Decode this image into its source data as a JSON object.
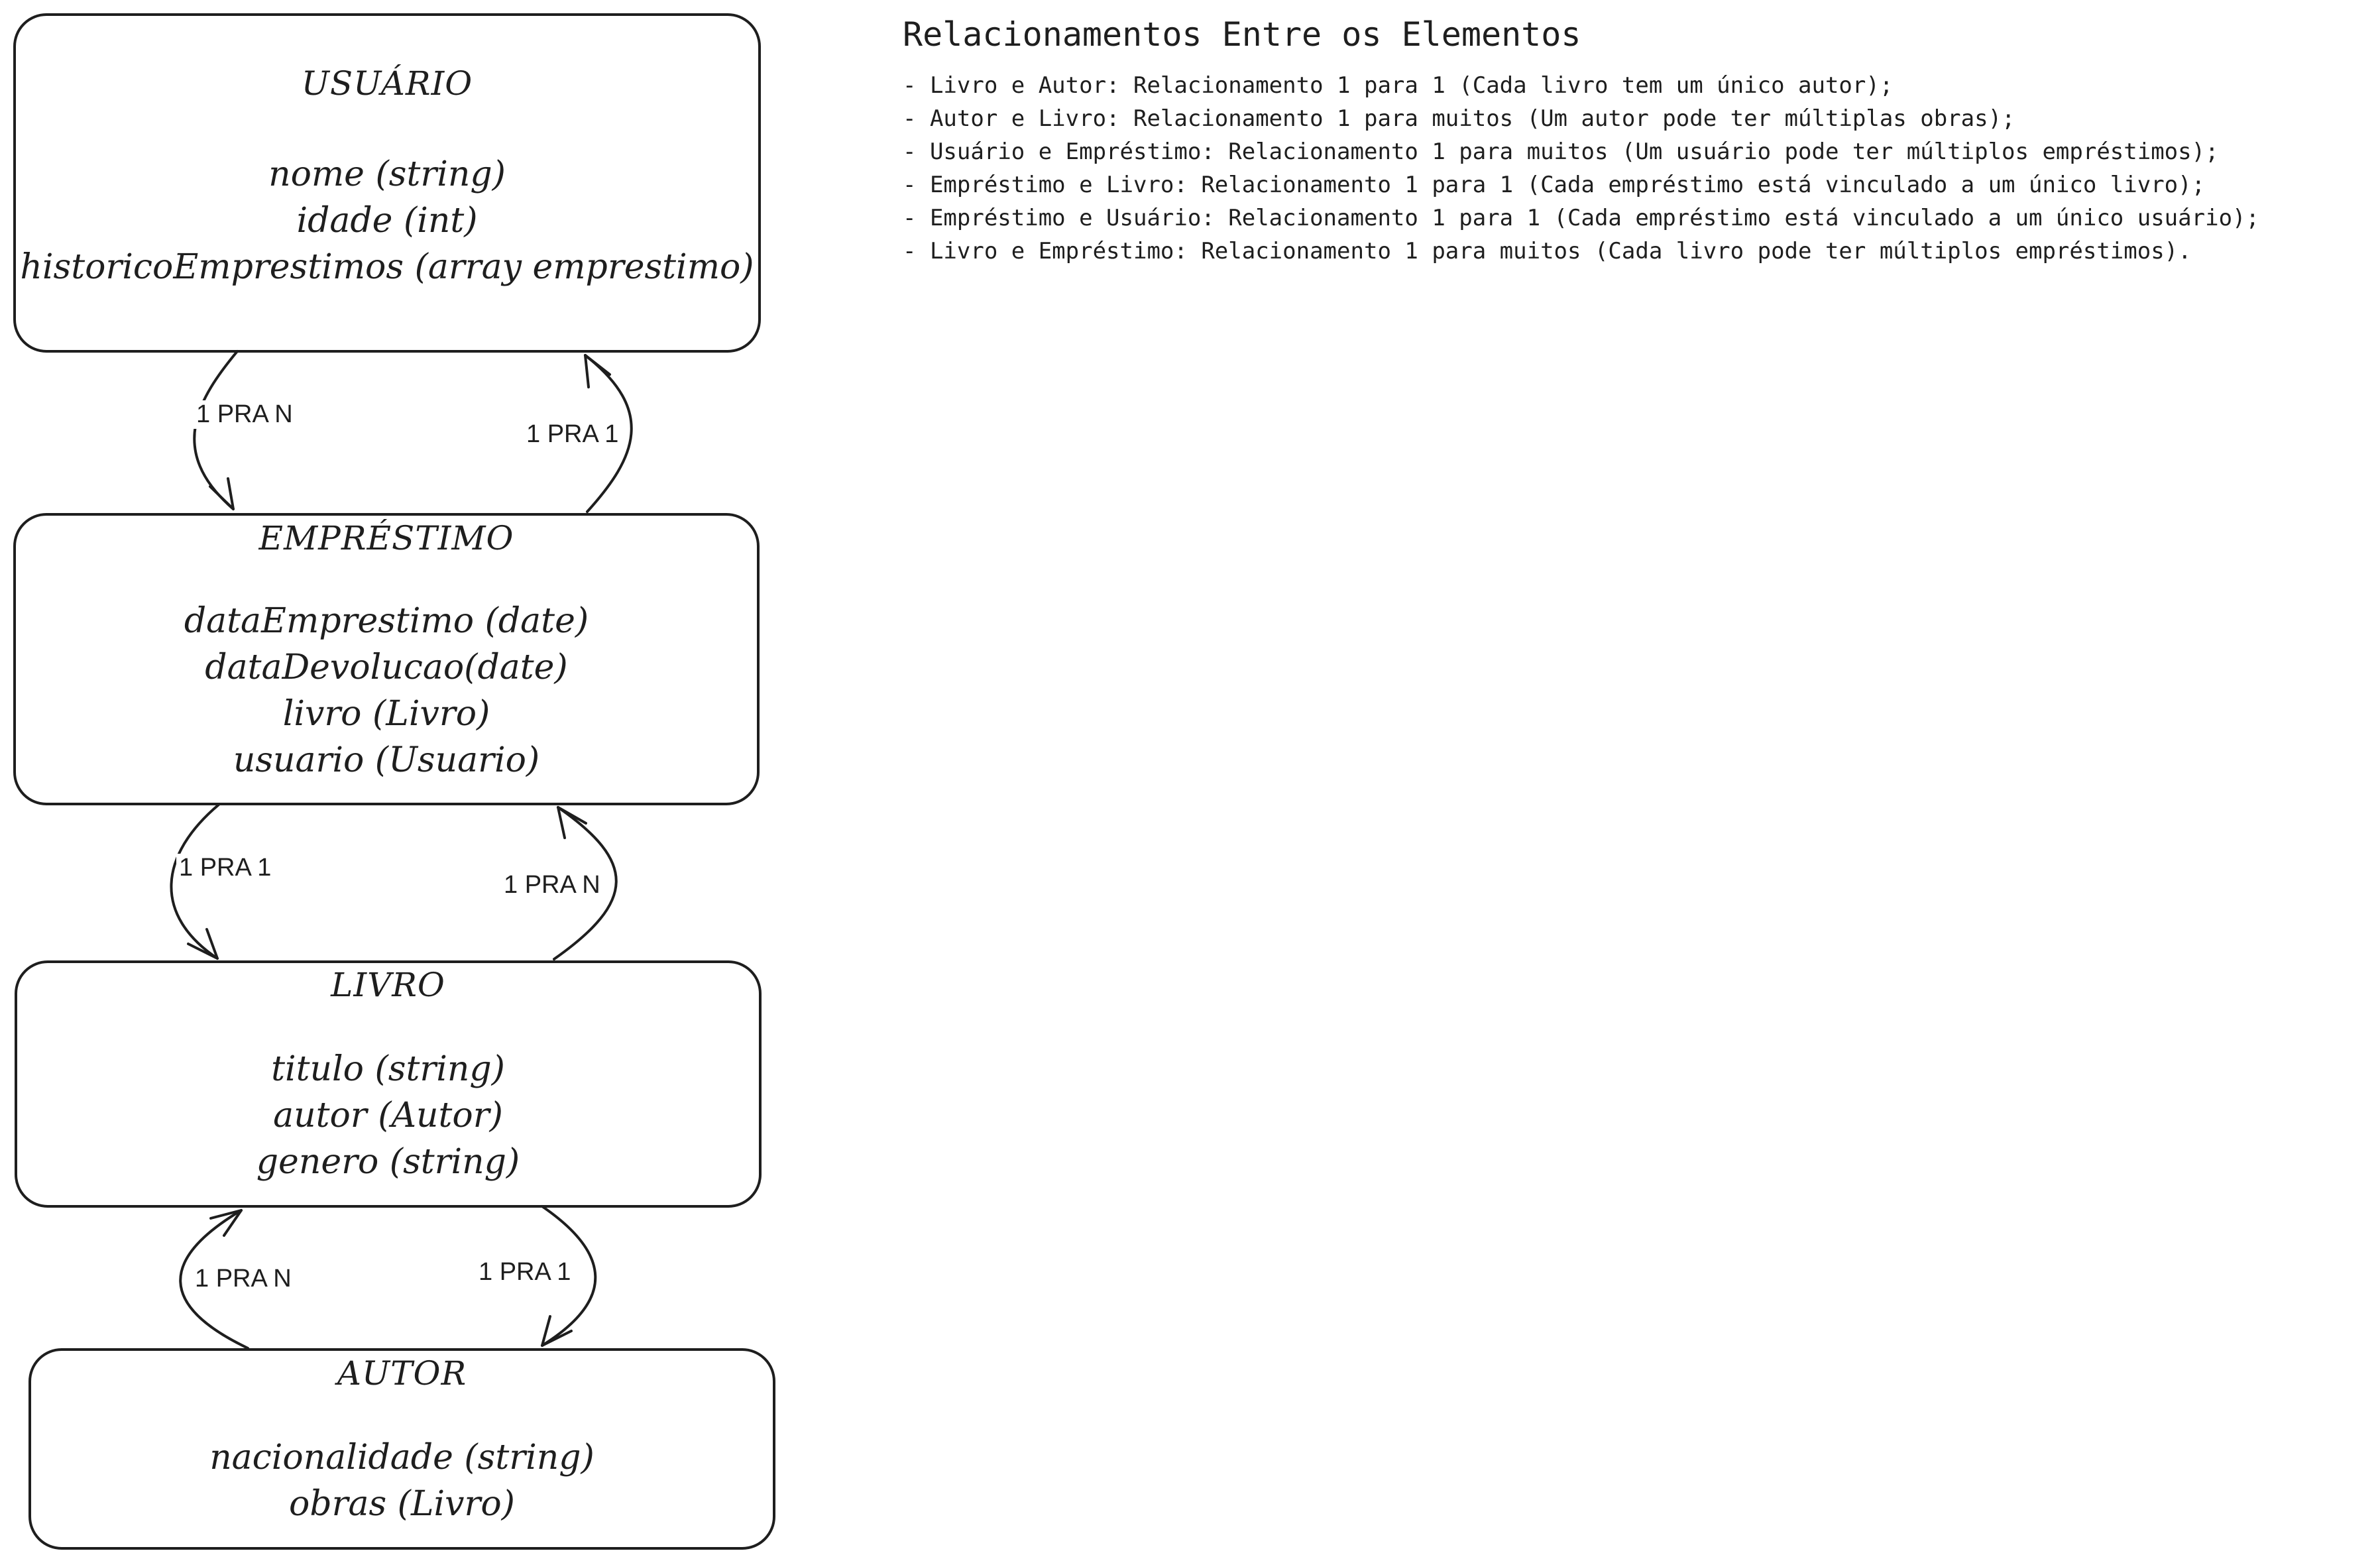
{
  "entities": {
    "usuario": {
      "title": "USUÁRIO",
      "attributes": [
        "nome (string)",
        "idade (int)",
        "historicoEmprestimos (array emprestimo)"
      ]
    },
    "emprestimo": {
      "title": "EMPRÉSTIMO",
      "attributes": [
        "dataEmprestimo (date)",
        "dataDevolucao(date)",
        "livro (Livro)",
        "usuario (Usuario)"
      ]
    },
    "livro": {
      "title": "LIVRO",
      "attributes": [
        "titulo (string)",
        "autor (Autor)",
        "genero (string)"
      ]
    },
    "autor": {
      "title": "AUTOR",
      "attributes": [
        "nacionalidade (string)",
        "obras (Livro)"
      ]
    }
  },
  "relations": {
    "usuario_to_emprestimo": "1 PRA N",
    "emprestimo_to_usuario": "1 PRA 1",
    "emprestimo_to_livro": "1 PRA 1",
    "livro_to_emprestimo": "1 PRA N",
    "autor_to_livro": "1 PRA N",
    "livro_to_autor": "1 PRA 1"
  },
  "notes": {
    "title": "Relacionamentos Entre os Elementos",
    "items": [
      "- Livro e Autor: Relacionamento 1 para 1 (Cada livro tem um único autor);",
      "- Autor e Livro: Relacionamento 1 para muitos (Um autor pode ter múltiplas obras);",
      "- Usuário e Empréstimo: Relacionamento 1 para muitos (Um usuário pode ter múltiplos empréstimos);",
      "- Empréstimo e Livro: Relacionamento 1 para 1 (Cada empréstimo está vinculado a um único livro);",
      "- Empréstimo e Usuário: Relacionamento 1 para 1 (Cada empréstimo está vinculado a um único usuário);",
      "- Livro e Empréstimo: Relacionamento 1 para muitos (Cada livro pode ter múltiplos empréstimos)."
    ]
  }
}
